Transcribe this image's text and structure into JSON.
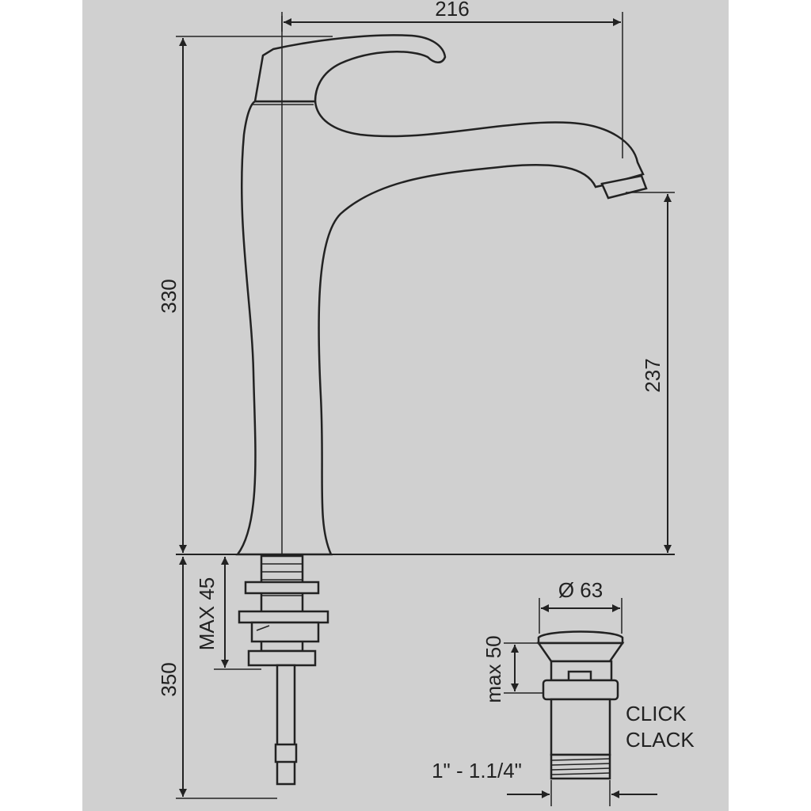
{
  "dimensions": {
    "spout_reach": "216",
    "total_height": "330",
    "spout_height": "237",
    "max_deck_thickness": "MAX 45",
    "hose_length": "350",
    "drain_diameter": "Ø 63",
    "drain_height": "max 50",
    "drain_thread": "1\" - 1.1/4\""
  },
  "labels": {
    "drain_type_line1": "CLICK",
    "drain_type_line2": "CLACK"
  },
  "colors": {
    "background": "#d0d0d0",
    "ink": "#222222"
  }
}
